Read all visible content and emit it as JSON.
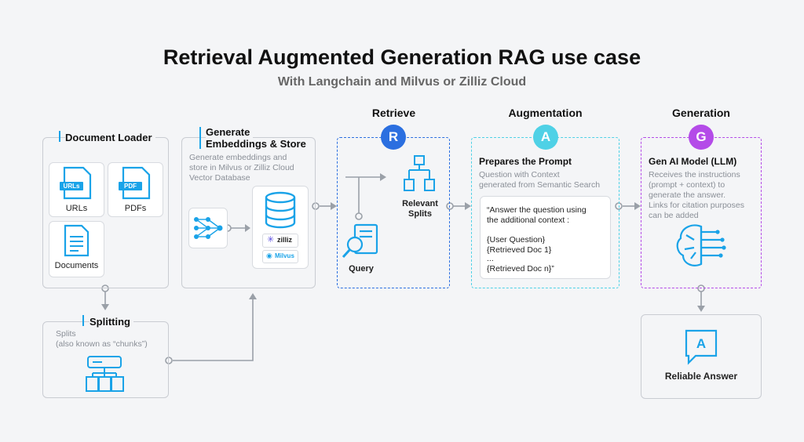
{
  "title": "Retrieval Augmented Generation RAG use case",
  "subtitle": "With Langchain and Milvus or Zilliz Cloud",
  "loader": {
    "heading": "Document Loader",
    "urls_badge": "URLs",
    "urls_label": "URLs",
    "pdfs_badge": "PDF",
    "pdfs_label": "PDFs",
    "docs_label": "Documents"
  },
  "splitting": {
    "heading": "Splitting",
    "desc_line1": "Splits",
    "desc_line2": "(also known as “chunks”)"
  },
  "embed": {
    "heading_line1": "Generate",
    "heading_line2": "Embeddings & Store",
    "desc_line1": "Generate embeddings and",
    "desc_line2": "store in Milvus or Zilliz Cloud",
    "desc_line3": "Vector Database",
    "zilliz": "zilliz",
    "milvus": "Milvus"
  },
  "retrieve": {
    "header": "Retrieve",
    "letter": "R",
    "splits_line1": "Relevant",
    "splits_line2": "Splits",
    "query": "Query"
  },
  "augment": {
    "header": "Augmentation",
    "letter": "A",
    "heading": "Prepares the Prompt",
    "desc_line1": "Question with Context",
    "desc_line2": "generated from Semantic Search",
    "q1": "“Answer the question using",
    "q2": "the additional context :",
    "q3": "{User Question}",
    "q4": "{Retrieved Doc 1}",
    "q5": "...",
    "q6": "{Retrieved Doc n}”"
  },
  "generate": {
    "header": "Generation",
    "letter": "G",
    "heading": "Gen AI Model (LLM)",
    "desc_line1": "Receives the instructions",
    "desc_line2": "(prompt + context) to",
    "desc_line3": "generate the answer.",
    "desc_line4": "Links for citation purposes",
    "desc_line5": "can be added"
  },
  "answer": {
    "letter": "A",
    "label": "Reliable Answer"
  },
  "colors": {
    "retrieve": "#2b6fe0",
    "augment": "#4fd1e6",
    "generate": "#b44be8",
    "icon": "#1aa3e8"
  }
}
